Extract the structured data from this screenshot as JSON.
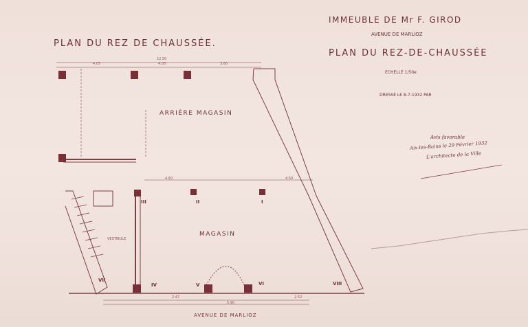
{
  "drawing": {
    "title_left": "PLAN DU REZ DE CHAUSSÉE.",
    "header": {
      "line1": "IMMEUBLE DE Mr F. GIROD",
      "line2": "AVENUE DE MARLIOZ",
      "line3": "PLAN DU REZ-DE-CHAUSSÉE",
      "scale": "ECHELLE 1/50e",
      "drawn_by": "DRESSÉ LE 8-7-1932 PAR"
    },
    "approval": {
      "line1": "Avis favorable",
      "line2": "Aix-les-Bains le 29 Février 1932",
      "line3": "L'architecte de la Ville"
    },
    "rooms": {
      "back_store": "ARRIÈRE MAGASIN",
      "store": "MAGASIN"
    },
    "street": "AVENUE DE MARLIOZ",
    "vestibule": "VESTIBULE",
    "pillars": [
      "I",
      "II",
      "III",
      "IV",
      "V",
      "VI",
      "VII",
      "VIII"
    ],
    "dimensions": {
      "top_total": "12.50",
      "top_a": "4.05",
      "top_b": "4.05",
      "top_c": "3.60",
      "mid_a": "4.60",
      "mid_b": "4.60",
      "bottom_a": "2.47",
      "bottom_b": "5.90",
      "bottom_c": "2.52"
    },
    "colors": {
      "ink": "#6b3236",
      "paper": "#f1e3de",
      "pillar": "#7a2e35"
    }
  }
}
